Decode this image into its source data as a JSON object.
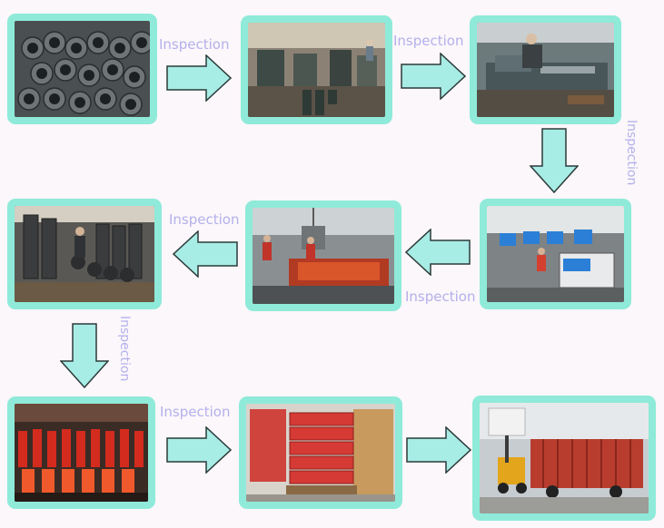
{
  "labels": {
    "inspection_1": "Inspection",
    "inspection_2": "Inspection",
    "inspection_3": "Inspection",
    "inspection_4": "Inspection",
    "inspection_5": "Inspection",
    "inspection_6": "Inspection",
    "inspection_7": "Inspection"
  },
  "colors": {
    "frame": "#8fead9",
    "arrow_fill": "#a8ece6",
    "arrow_stroke": "#2c3a38",
    "label": "#b4b0ec",
    "background": "#fbf7fa"
  }
}
